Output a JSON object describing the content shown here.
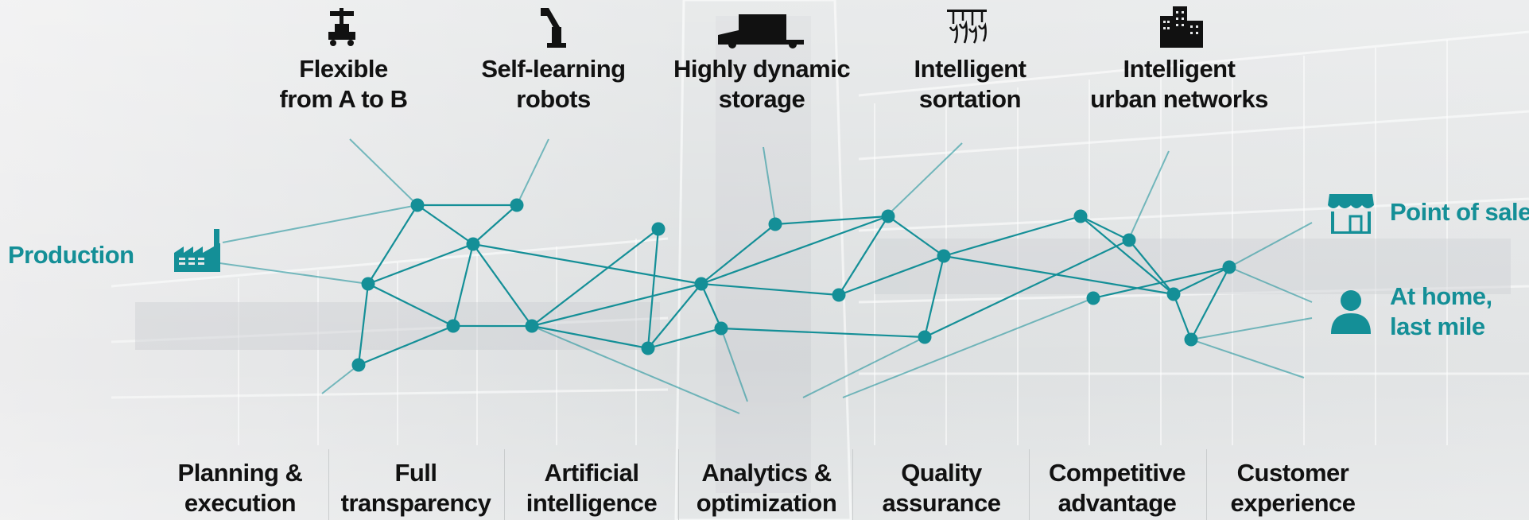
{
  "top_items": [
    {
      "line1": "Flexible",
      "line2": "from A to B",
      "icon": "agv-robot-icon"
    },
    {
      "line1": "Self-learning",
      "line2": "robots",
      "icon": "robot-arm-icon"
    },
    {
      "line1": "Highly dynamic",
      "line2": "storage",
      "icon": "truck-container-icon"
    },
    {
      "line1": "Intelligent",
      "line2": "sortation",
      "icon": "sorter-icon"
    },
    {
      "line1": "Intelligent",
      "line2": "urban networks",
      "icon": "city-buildings-icon"
    }
  ],
  "left": {
    "label": "Production",
    "icon": "factory-icon"
  },
  "right": [
    {
      "line1": "Point of sale",
      "line2": "",
      "icon": "store-icon"
    },
    {
      "line1": "At home,",
      "line2": "last mile",
      "icon": "person-icon"
    }
  ],
  "bottom_items": [
    {
      "line1": "Planning &",
      "line2": "execution"
    },
    {
      "line1": "Full",
      "line2": "transparency"
    },
    {
      "line1": "Artificial",
      "line2": "intelligence"
    },
    {
      "line1": "Analytics &",
      "line2": "optimization"
    },
    {
      "line1": "Quality",
      "line2": "assurance"
    },
    {
      "line1": "Competitive",
      "line2": "advantage"
    },
    {
      "line1": "Customer",
      "line2": "experience"
    }
  ],
  "colors": {
    "accent": "#148f97",
    "text": "#111111",
    "background": "#e4e6e7"
  }
}
